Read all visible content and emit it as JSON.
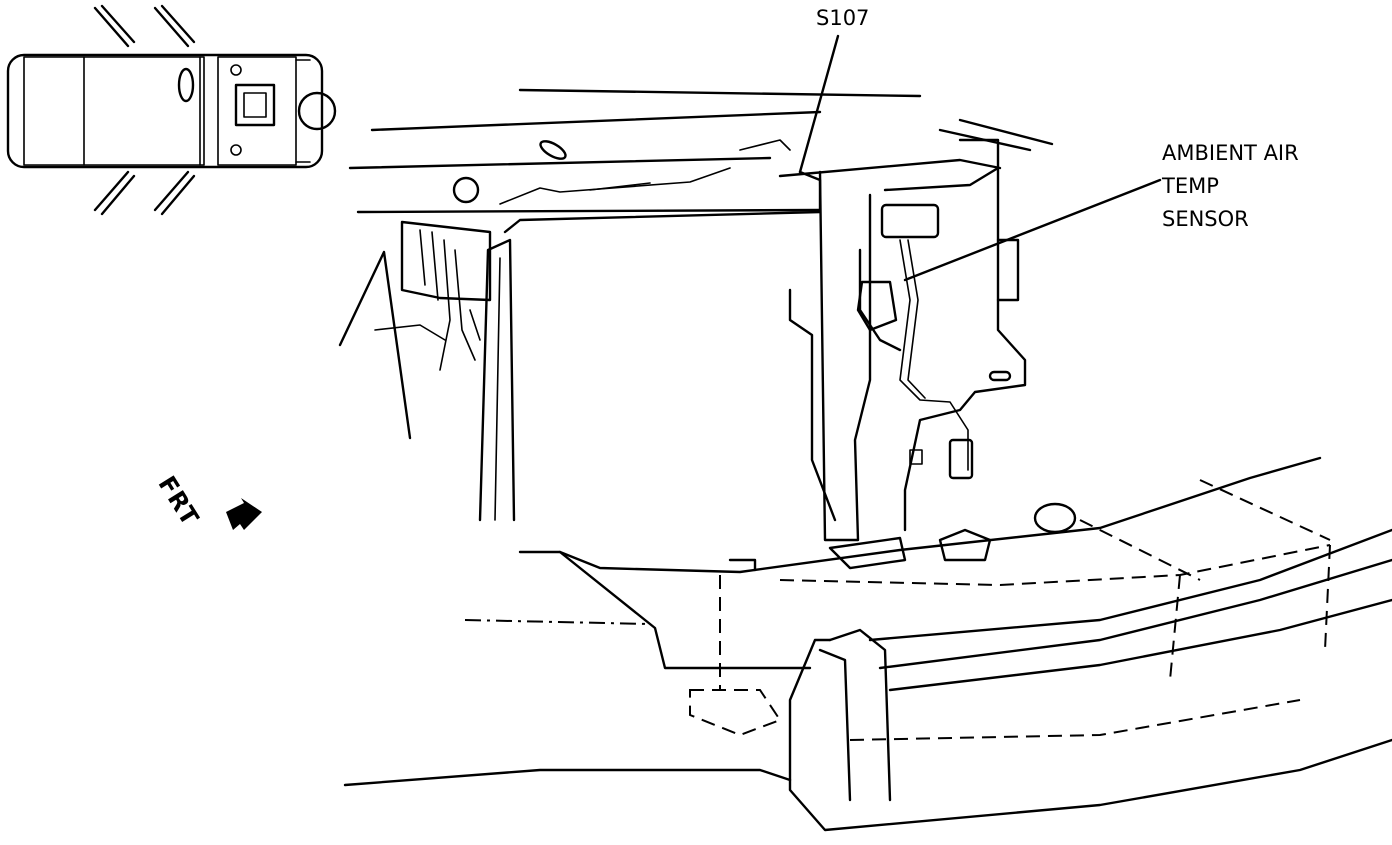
{
  "labels": {
    "splice": "S107",
    "sensor_lines": [
      "AMBIENT AIR",
      "TEMP",
      "SENSOR"
    ],
    "front": "FRT"
  },
  "colors": {
    "ink": "#000000",
    "paper": "#ffffff"
  },
  "icons": {
    "vehicle_locator": "vehicle-top-view-icon",
    "front_direction": "front-arrow-icon"
  }
}
